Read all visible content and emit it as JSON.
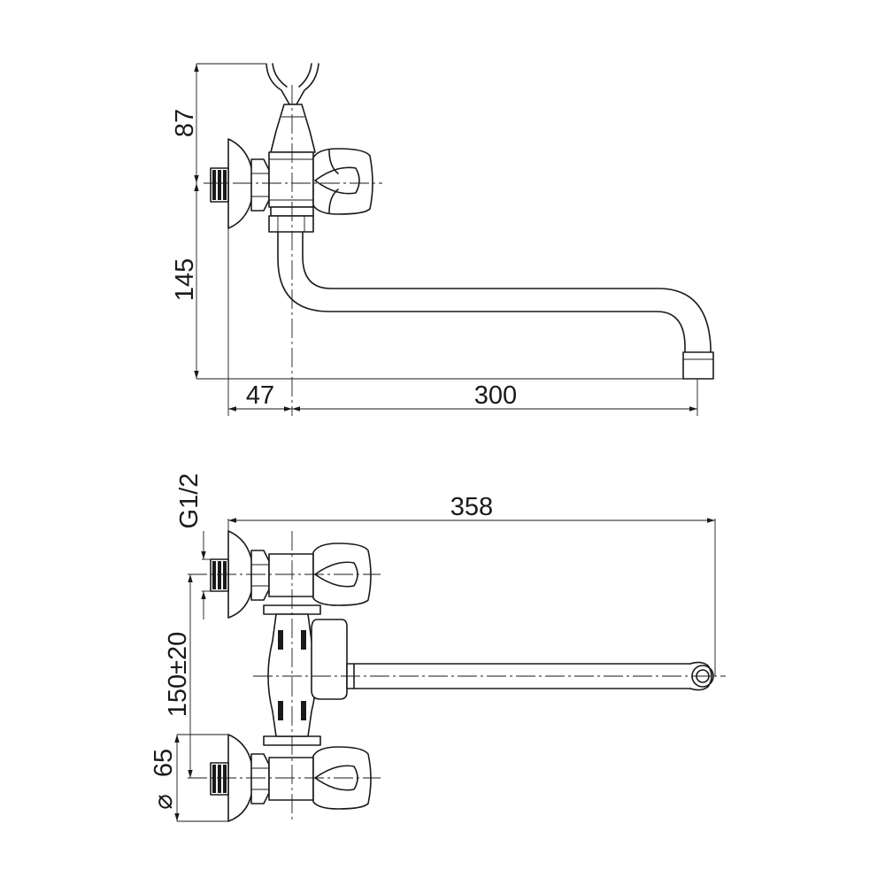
{
  "top_view": {
    "dim_height_upper": "87",
    "dim_height_lower": "145",
    "dim_offset": "47",
    "dim_spout_reach": "300"
  },
  "bottom_view": {
    "dim_total_length": "358",
    "dim_thread": "G1/2",
    "dim_center_distance": "150±20",
    "dim_diameter": "65",
    "diameter_symbol": "⌀"
  }
}
